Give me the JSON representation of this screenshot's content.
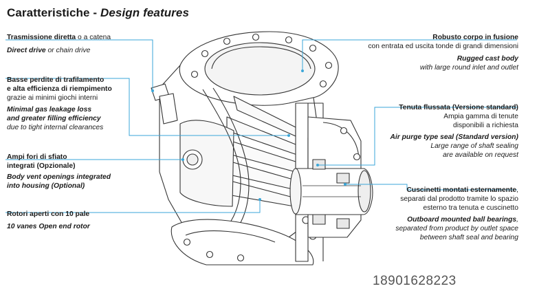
{
  "title": {
    "main": "Caratteristiche - ",
    "italic": "Design features"
  },
  "left": [
    {
      "it_bold": "Trasmissione diretta",
      "it_rest": " o a catena",
      "en_bold": "Direct drive",
      "en_rest": " or chain drive"
    },
    {
      "it_line1": "Basse perdite di trafilamento",
      "it_line2": "e alta efficienza di riempimento",
      "it_line3": "grazie ai minimi giochi interni",
      "en_line1": "Minimal gas leakage loss",
      "en_line2": "and greater filling efficiency",
      "en_line3": "due to tight internal clearances"
    },
    {
      "it_line1": "Ampi fori di sfiato",
      "it_line2": "integrati (Opzionale)",
      "en_line1": "Body vent openings integrated",
      "en_line2": "into housing (Optional)"
    },
    {
      "it_line1": "Rotori aperti con 10 pale",
      "en_line1": "10 vanes Open end rotor"
    }
  ],
  "right": [
    {
      "it_line1": "Robusto corpo in fusione",
      "it_line2": "con entrata ed uscita tonde di grandi dimensioni",
      "en_line1": "Rugged cast body",
      "en_line2": "with large round inlet and outlet"
    },
    {
      "it_line1": "Tenuta flussata (Versione standard)",
      "it_line2": "Ampia gamma di tenute",
      "it_line3": "disponibili a richiesta",
      "en_line1": "Air purge type seal (Standard version)",
      "en_line2": "Large range of shaft sealing",
      "en_line3": "are available on request"
    },
    {
      "it_line1": "Cuscinetti montati esternamente",
      "it_line1b": ",",
      "it_line2": "separati dal prodotto tramite lo spazio",
      "it_line3": "esterno tra tenuta e cuscinetto",
      "en_line1": "Outboard mounted ball bearings",
      "en_line1b": ",",
      "en_line2": "separated from product by outlet space",
      "en_line3": "between shaft seal and bearing"
    }
  ],
  "phone": "18901628223",
  "colors": {
    "callout": "#3aa6d8",
    "line": "#333333"
  }
}
